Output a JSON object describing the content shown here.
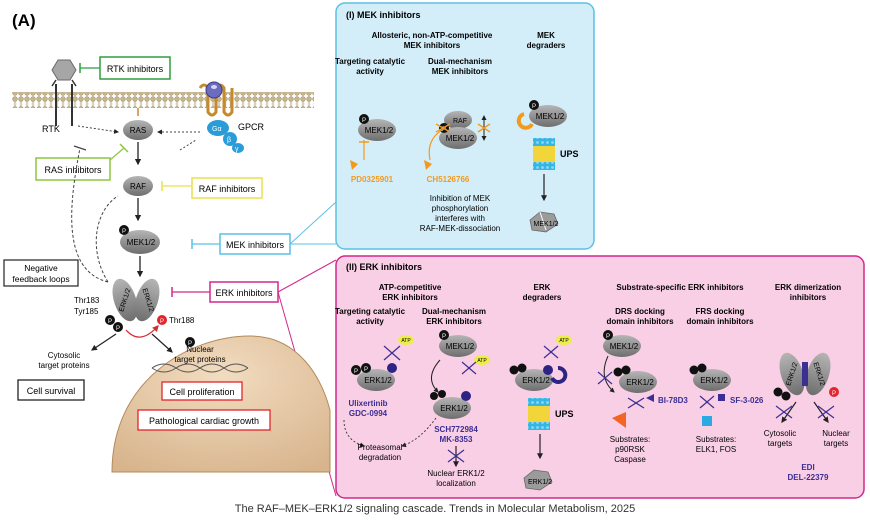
{
  "panel_label": "(A)",
  "caption": "The RAF–MEK–ERK1/2 signaling cascade. Trends in Molecular Metabolism, 2025",
  "left": {
    "rtk": "RTK",
    "gpcr": "GPCR",
    "ras": "RAS",
    "raf": "RAF",
    "mek": "MEK1/2",
    "erk": "ERK1/2",
    "galpha": "Gα",
    "gbeta": "β",
    "ggamma": "γ",
    "p": "P",
    "thr183": "Thr183",
    "tyr185": "Tyr185",
    "thr188": "Thr188",
    "rtk_inhibitors": "RTK inhibitors",
    "ras_inhibitors": "RAS inhibitors",
    "raf_inhibitors": "RAF inhibitors",
    "mek_inhibitors": "MEK inhibitors",
    "erk_inhibitors": "ERK inhibitors",
    "negative_feedback_1": "Negative",
    "negative_feedback_2": "feedback loops",
    "cytosolic_1": "Cytosolic",
    "cytosolic_2": "target proteins",
    "nuclear_1": "Nuclear",
    "nuclear_2": "target proteins",
    "cell_survival": "Cell survival",
    "cell_proliferation": "Cell proliferation",
    "cardiac_growth": "Pathological cardiac growth"
  },
  "mek_panel": {
    "title": "(I)   MEK inhibitors",
    "allosteric_1": "Allosteric, non-ATP-competitive",
    "allosteric_2": "MEK inhibitors",
    "catalytic_1": "Targeting catalytic",
    "catalytic_2": "activity",
    "dual_1": "Dual-mechanism",
    "dual_2": "MEK inhibitors",
    "degraders_1": "MEK",
    "degraders_2": "degraders",
    "mek": "MEK1/2",
    "raf": "RAF",
    "p": "P",
    "ups": "UPS",
    "drug_1": "PD0325901",
    "drug_2": "CH5126766",
    "note_1": "Inhibition of MEK",
    "note_2": "phosphorylation",
    "note_3": "interferes with",
    "note_4": "RAF-MEK-dissociation"
  },
  "erk_panel": {
    "title": "(II)   ERK inhibitors",
    "atp_comp_1": "ATP-competitive",
    "atp_comp_2": "ERK inhibitors",
    "catalytic_1": "Targeting catalytic",
    "catalytic_2": "activity",
    "dual_1": "Dual-mechanism",
    "dual_2": "ERK inhibitors",
    "degraders_1": "ERK",
    "degraders_2": "degraders",
    "substrate_specific": "Substrate-specific ERK inhibitors",
    "drs_1": "DRS docking",
    "drs_2": "domain inhibitors",
    "frs_1": "FRS docking",
    "frs_2": "domain inhibitors",
    "dimer_1": "ERK dimerization",
    "dimer_2": "inhibitors",
    "erk": "ERK1/2",
    "mek": "MEK1/2",
    "atp": "ATP",
    "p": "P",
    "ups": "UPS",
    "drug_ulix": "Ulixertinib",
    "drug_gdc": "GDC-0994",
    "drug_sch": "SCH772984",
    "drug_mk": "MK-8353",
    "drug_bi": "BI-78D3",
    "drug_sf": "SF-3-026",
    "drug_edi": "EDI",
    "drug_del": "DEL-22379",
    "proteasomal_1": "Proteasomal",
    "proteasomal_2": "degradation",
    "nuclear_loc_1": "Nuclear ERK1/2",
    "nuclear_loc_2": "localization",
    "substrates_drs_1": "Substrates:",
    "substrates_drs_2": "p90RSK",
    "substrates_drs_3": "Caspase",
    "substrates_frs_1": "Substrates:",
    "substrates_frs_2": "ELK1, FOS",
    "cyto_targets_1": "Cytosolic",
    "cyto_targets_2": "targets",
    "nuc_targets_1": "Nuclear",
    "nuc_targets_2": "targets"
  },
  "colors": {
    "mek_panel_fill": "#d3eef9",
    "mek_panel_stroke": "#5bc1e6",
    "erk_panel_fill": "#f7c6e0",
    "erk_panel_stroke": "#d1298b",
    "rtk_box": "#2f9e41",
    "ras_box": "#8dc63f",
    "raf_box": "#e8e24a",
    "mek_box": "#5bc1e6",
    "erk_box": "#d1298b",
    "drug_orange": "#f39a1c",
    "drug_blue": "#3c2f94",
    "nucleus": "#e3c6a2",
    "phospho_red": "#e3242b",
    "ups_cyan": "#35b6e5",
    "ups_yellow": "#f2d43b",
    "protein_grey": "#8c8c8c"
  }
}
